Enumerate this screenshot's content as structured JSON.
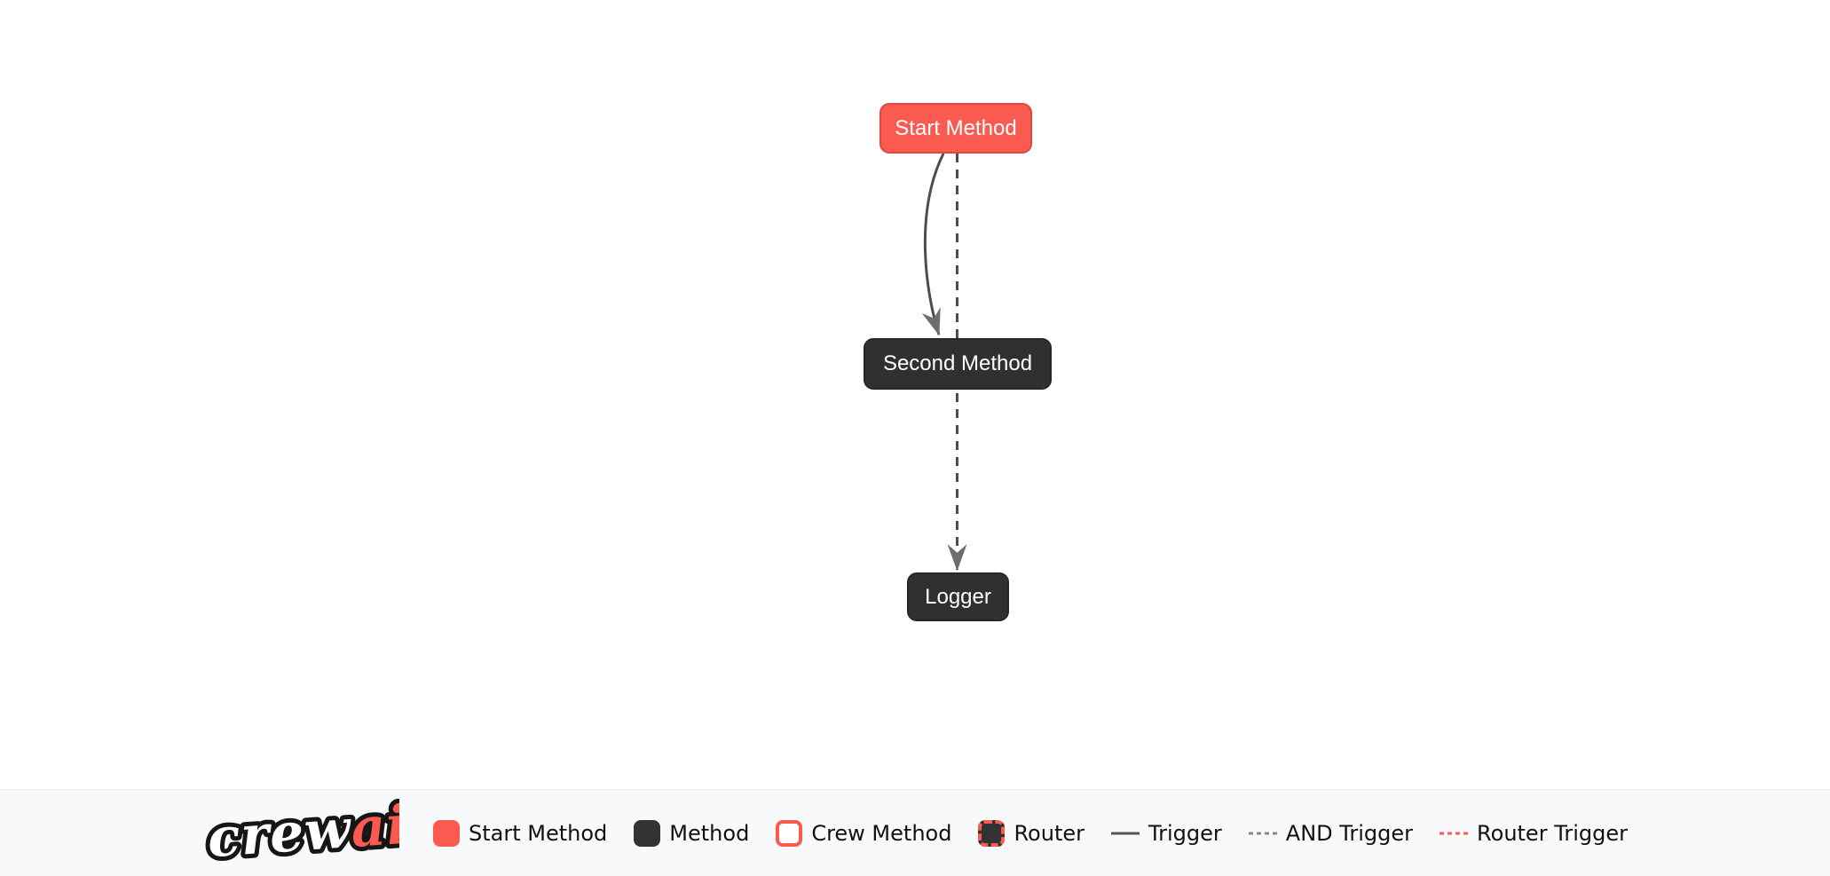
{
  "diagram": {
    "nodes": [
      {
        "id": "start_method",
        "label": "Start Method",
        "type": "start-method"
      },
      {
        "id": "second_method",
        "label": "Second Method",
        "type": "method"
      },
      {
        "id": "logger",
        "label": "Logger",
        "type": "method"
      }
    ],
    "edges": [
      {
        "from": "Start Method",
        "to": "Second Method",
        "style": "solid-curved-trigger"
      },
      {
        "from": "Start Method",
        "to": "Logger",
        "style": "dashed-and-trigger-straight-through"
      }
    ]
  },
  "legend": {
    "logo": {
      "crew": "crew",
      "ai": "ai"
    },
    "items": [
      {
        "label": "Start Method",
        "swatch": "start-method-swatch"
      },
      {
        "label": "Method",
        "swatch": "method-swatch"
      },
      {
        "label": "Crew Method",
        "swatch": "crew-method-swatch"
      },
      {
        "label": "Router",
        "swatch": "router-swatch"
      },
      {
        "label": "Trigger",
        "swatch": "trigger-line"
      },
      {
        "label": "AND Trigger",
        "swatch": "and-trigger-line"
      },
      {
        "label": "Router Trigger",
        "swatch": "router-trigger-line"
      }
    ]
  },
  "colors": {
    "accent_red": "#FA5A50",
    "accent_red_border": "#E0483D",
    "node_dark": "#303030",
    "edge_gray": "#4D4D4D",
    "arrowhead_gray": "#6E6E6E",
    "and_trigger_gray": "#868686",
    "legend_background": "#F8F9FA",
    "canvas_background": "#FFFFFF"
  }
}
